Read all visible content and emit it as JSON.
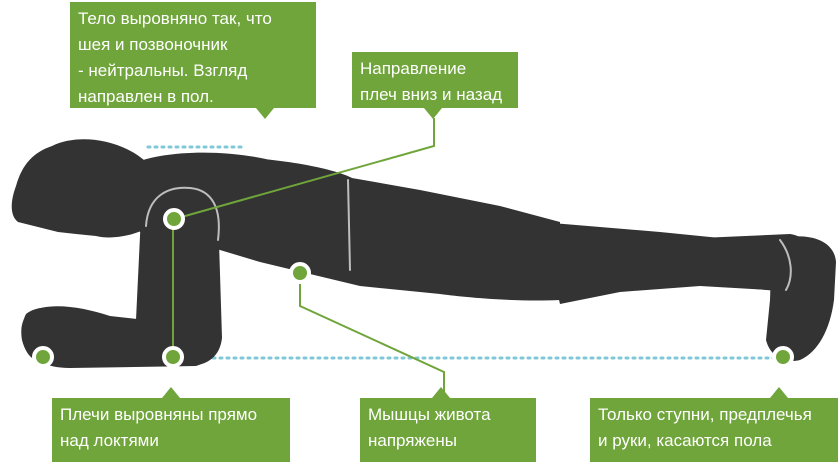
{
  "callouts": {
    "neck": "Тело выровняно так, что\nшея и позвоночник\n- нейтральны. Взгляд\nнаправлен в пол.",
    "shoulders_direction": "Направление\nплеч вниз и назад",
    "shoulders_over_elbows": "Плечи выровняны прямо\nнад локтями",
    "abs": "Мышцы живота\nнапряжены",
    "contact_points": "Только ступни, предплечья\nи руки, касаются пола"
  },
  "colors": {
    "accent": "#6fa53a",
    "body": "#333333",
    "guide_dots": "#7fc8d8",
    "text": "#ffffff"
  }
}
